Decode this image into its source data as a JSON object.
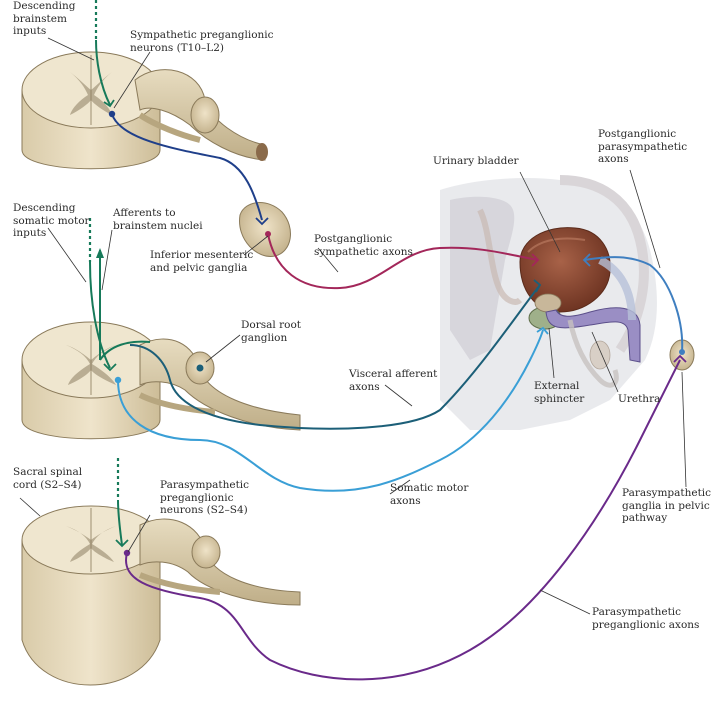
{
  "labels": {
    "descending_brainstem_inputs": "Descending\nbrainstem\ninputs",
    "sympathetic_preganglionic_neurons": "Sympathetic preganglionic\nneurons (T10–L2)",
    "descending_somatic_motor_inputs": "Descending\nsomatic motor\ninputs",
    "afferents_to_brainstem_nuclei": "Afferents to\nbrainstem nuclei",
    "inferior_mesenteric_pelvic_ganglia": "Inferior mesenteric\nand pelvic ganglia",
    "postganglionic_sympathetic_axons": "Postganglionic\nsympathetic axons",
    "urinary_bladder": "Urinary bladder",
    "postganglionic_parasympathetic_axons": "Postganglionic\nparasympathetic\naxons",
    "dorsal_root_ganglion": "Dorsal root\nganglion",
    "visceral_afferent_axons": "Visceral afferent\naxons",
    "external_sphincter": "External\nsphincter",
    "urethra": "Urethra",
    "sacral_spinal_cord": "Sacral spinal\ncord (S2–S4)",
    "somatic_motor_axons": "Somatic motor\naxons",
    "parasympathetic_preganglionic_neurons": "Parasympathetic\npreganglionic\nneurons (S2–S4)",
    "parasympathetic_ganglia_pelvic": "Parasympathetic\nganglia in pelvic\npathway",
    "parasympathetic_preganglionic_axons": "Parasympathetic\npreganglionic axons"
  },
  "colors": {
    "sympathetic_pre": "#1f3f8a",
    "sympathetic_post": "#a3275a",
    "brainstem_green": "#177a5a",
    "visceral_afferent": "#1c5f78",
    "somatic_motor": "#3a9fd6",
    "parasympathetic_pre": "#6a2a8a",
    "parasympathetic_post": "#3f7fc0",
    "cord_tan": "#e8dcc0",
    "grey_matter": "#b9ad93",
    "bladder": "#8a4a34"
  }
}
